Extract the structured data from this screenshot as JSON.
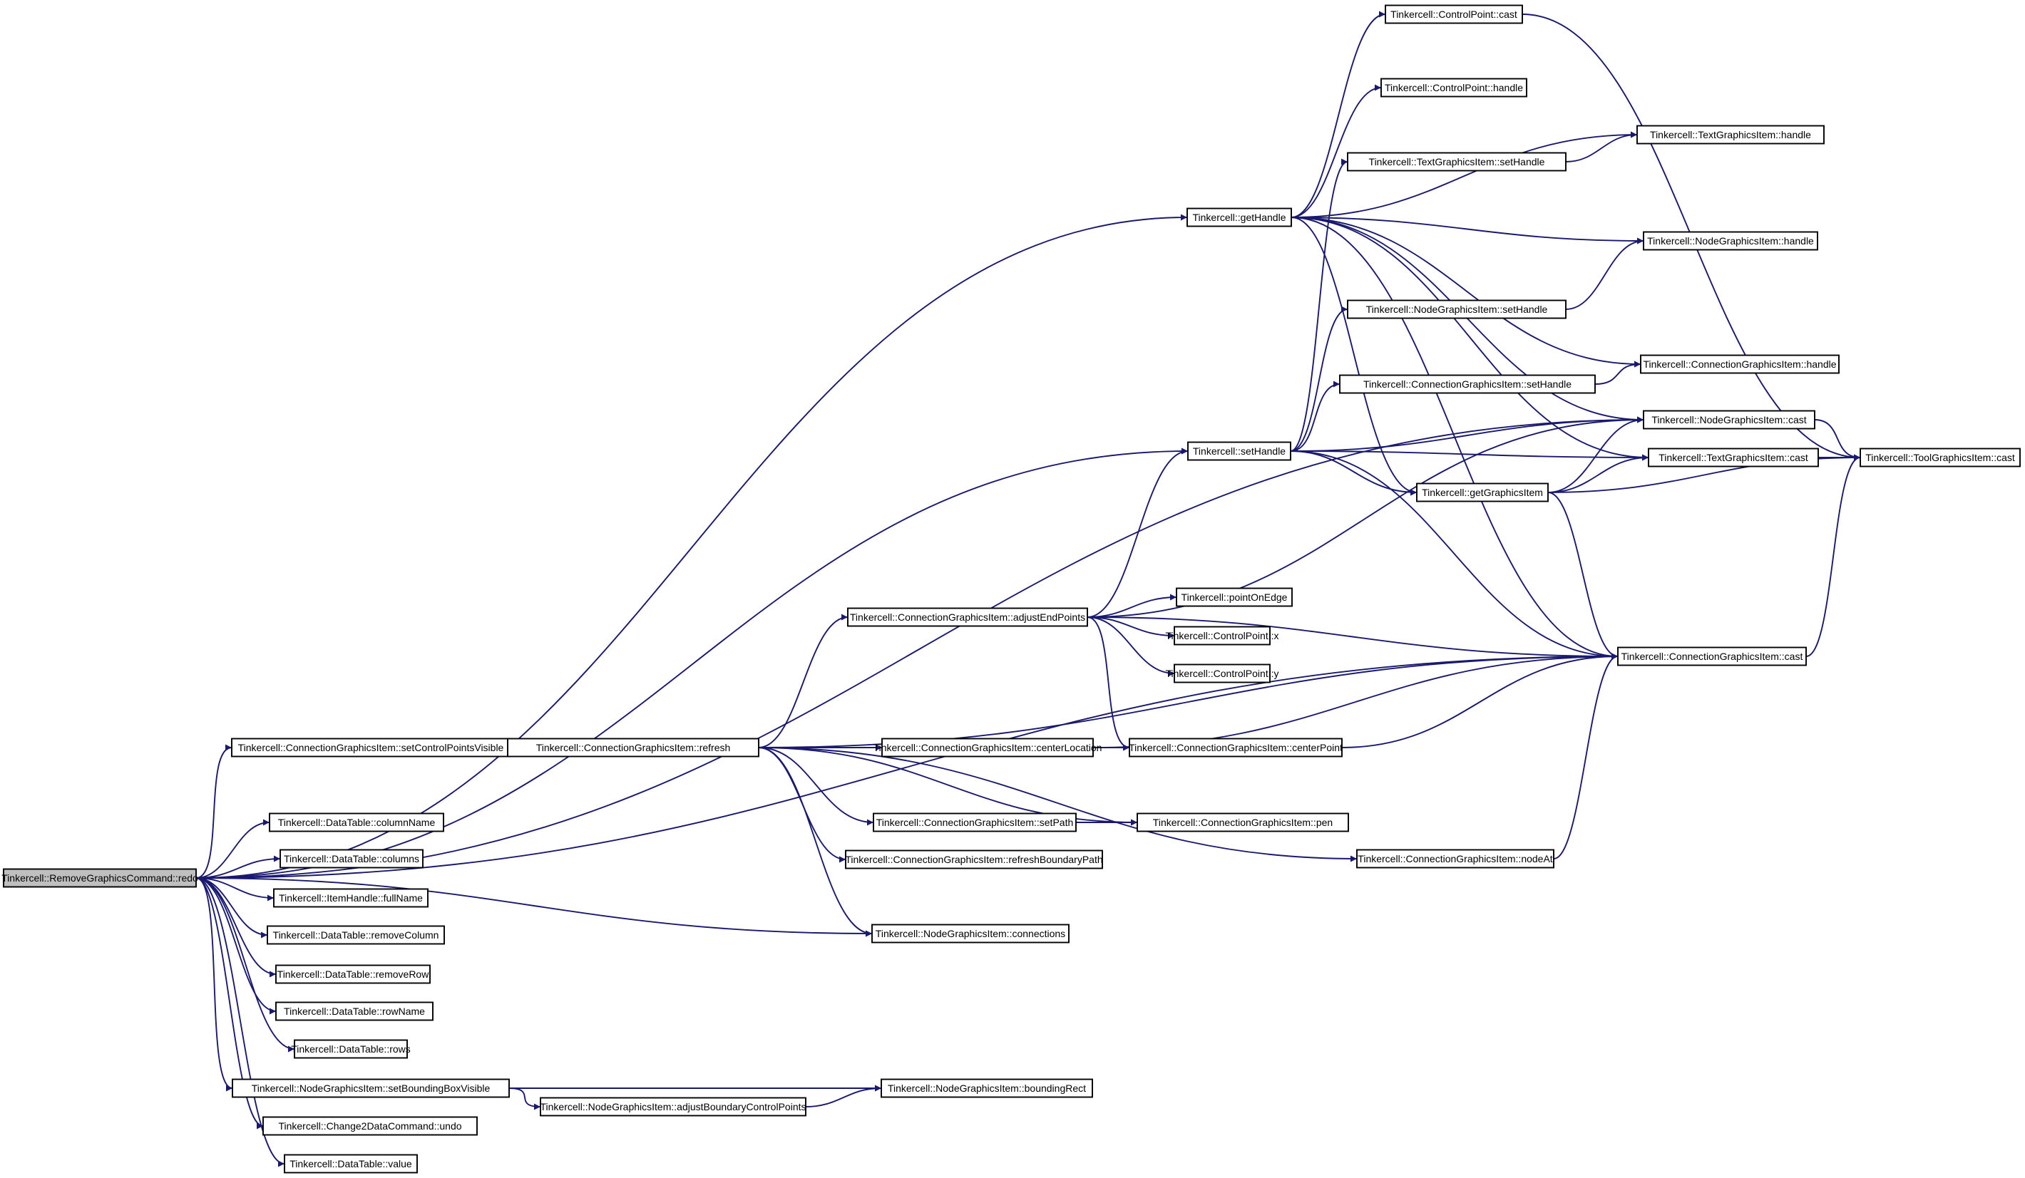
{
  "graph": {
    "edge_color": "#191970",
    "root_fill": "#bfbfbf",
    "nodes": [
      {
        "id": "redo",
        "label": "Tinkercell::RemoveGraphicsCommand::redo",
        "root": true
      },
      {
        "id": "setControlPointsVisible",
        "label": "Tinkercell::ConnectionGraphicsItem::setControlPointsVisible"
      },
      {
        "id": "columnName",
        "label": "Tinkercell::DataTable::columnName"
      },
      {
        "id": "columns",
        "label": "Tinkercell::DataTable::columns"
      },
      {
        "id": "fullName",
        "label": "Tinkercell::ItemHandle::fullName"
      },
      {
        "id": "removeColumn",
        "label": "Tinkercell::DataTable::removeColumn"
      },
      {
        "id": "removeRow",
        "label": "Tinkercell::DataTable::removeRow"
      },
      {
        "id": "rowName",
        "label": "Tinkercell::DataTable::rowName"
      },
      {
        "id": "rows",
        "label": "Tinkercell::DataTable::rows"
      },
      {
        "id": "setBoundingBoxVisible",
        "label": "Tinkercell::NodeGraphicsItem::setBoundingBoxVisible"
      },
      {
        "id": "undo",
        "label": "Tinkercell::Change2DataCommand::undo"
      },
      {
        "id": "value",
        "label": "Tinkercell::DataTable::value"
      },
      {
        "id": "refresh",
        "label": "Tinkercell::ConnectionGraphicsItem::refresh"
      },
      {
        "id": "adjustBoundaryControlPoints",
        "label": "Tinkercell::NodeGraphicsItem::adjustBoundaryControlPoints"
      },
      {
        "id": "boundingRect",
        "label": "Tinkercell::NodeGraphicsItem::boundingRect"
      },
      {
        "id": "adjustEndPoints",
        "label": "Tinkercell::ConnectionGraphicsItem::adjustEndPoints"
      },
      {
        "id": "centerLocation",
        "label": "Tinkercell::ConnectionGraphicsItem::centerLocation"
      },
      {
        "id": "setPath",
        "label": "Tinkercell::ConnectionGraphicsItem::setPath"
      },
      {
        "id": "refreshBoundaryPath",
        "label": "Tinkercell::ConnectionGraphicsItem::refreshBoundaryPath"
      },
      {
        "id": "connections",
        "label": "Tinkercell::NodeGraphicsItem::connections"
      },
      {
        "id": "getHandle",
        "label": "Tinkercell::getHandle"
      },
      {
        "id": "setHandle",
        "label": "Tinkercell::setHandle"
      },
      {
        "id": "pointOnEdge",
        "label": "Tinkercell::pointOnEdge"
      },
      {
        "id": "cpx",
        "label": "Tinkercell::ControlPoint::x"
      },
      {
        "id": "cpy",
        "label": "Tinkercell::ControlPoint::y"
      },
      {
        "id": "centerPoint",
        "label": "Tinkercell::ConnectionGraphicsItem::centerPoint"
      },
      {
        "id": "pen",
        "label": "Tinkercell::ConnectionGraphicsItem::pen"
      },
      {
        "id": "nodeAt",
        "label": "Tinkercell::ConnectionGraphicsItem::nodeAt"
      },
      {
        "id": "cpCast",
        "label": "Tinkercell::ControlPoint::cast"
      },
      {
        "id": "cpHandle",
        "label": "Tinkercell::ControlPoint::handle"
      },
      {
        "id": "textSetHandle",
        "label": "Tinkercell::TextGraphicsItem::setHandle"
      },
      {
        "id": "nodeSetHandle",
        "label": "Tinkercell::NodeGraphicsItem::setHandle"
      },
      {
        "id": "connSetHandle",
        "label": "Tinkercell::ConnectionGraphicsItem::setHandle"
      },
      {
        "id": "getGraphicsItem",
        "label": "Tinkercell::getGraphicsItem"
      },
      {
        "id": "textHandle",
        "label": "Tinkercell::TextGraphicsItem::handle"
      },
      {
        "id": "nodeHandle",
        "label": "Tinkercell::NodeGraphicsItem::handle"
      },
      {
        "id": "connHandle",
        "label": "Tinkercell::ConnectionGraphicsItem::handle"
      },
      {
        "id": "nodeCast",
        "label": "Tinkercell::NodeGraphicsItem::cast"
      },
      {
        "id": "textCast",
        "label": "Tinkercell::TextGraphicsItem::cast"
      },
      {
        "id": "connCast",
        "label": "Tinkercell::ConnectionGraphicsItem::cast"
      },
      {
        "id": "toolCast",
        "label": "Tinkercell::ToolGraphicsItem::cast"
      }
    ],
    "edges": [
      [
        "redo",
        "getHandle"
      ],
      [
        "redo",
        "nodeCast"
      ],
      [
        "redo",
        "setHandle"
      ],
      [
        "redo",
        "connCast"
      ],
      [
        "redo",
        "setControlPointsVisible"
      ],
      [
        "redo",
        "connections"
      ],
      [
        "redo",
        "columnName"
      ],
      [
        "redo",
        "columns"
      ],
      [
        "redo",
        "fullName"
      ],
      [
        "redo",
        "removeColumn"
      ],
      [
        "redo",
        "removeRow"
      ],
      [
        "redo",
        "rowName"
      ],
      [
        "redo",
        "rows"
      ],
      [
        "redo",
        "setBoundingBoxVisible"
      ],
      [
        "redo",
        "undo"
      ],
      [
        "redo",
        "value"
      ],
      [
        "setControlPointsVisible",
        "refresh"
      ],
      [
        "setBoundingBoxVisible",
        "boundingRect"
      ],
      [
        "setBoundingBoxVisible",
        "adjustBoundaryControlPoints"
      ],
      [
        "adjustBoundaryControlPoints",
        "boundingRect"
      ],
      [
        "refresh",
        "adjustEndPoints"
      ],
      [
        "refresh",
        "connCast"
      ],
      [
        "refresh",
        "centerLocation"
      ],
      [
        "refresh",
        "setPath"
      ],
      [
        "refresh",
        "refreshBoundaryPath"
      ],
      [
        "refresh",
        "pen"
      ],
      [
        "refresh",
        "nodeAt"
      ],
      [
        "refresh",
        "connections"
      ],
      [
        "adjustEndPoints",
        "setHandle"
      ],
      [
        "adjustEndPoints",
        "nodeCast"
      ],
      [
        "adjustEndPoints",
        "connCast"
      ],
      [
        "adjustEndPoints",
        "pointOnEdge"
      ],
      [
        "adjustEndPoints",
        "cpx"
      ],
      [
        "adjustEndPoints",
        "cpy"
      ],
      [
        "adjustEndPoints",
        "centerPoint"
      ],
      [
        "centerLocation",
        "centerPoint"
      ],
      [
        "centerLocation",
        "connCast"
      ],
      [
        "setPath",
        "pen"
      ],
      [
        "centerPoint",
        "connCast"
      ],
      [
        "nodeAt",
        "connCast"
      ],
      [
        "getHandle",
        "cpCast"
      ],
      [
        "getHandle",
        "cpHandle"
      ],
      [
        "getHandle",
        "textHandle"
      ],
      [
        "getHandle",
        "nodeHandle"
      ],
      [
        "getHandle",
        "connHandle"
      ],
      [
        "getHandle",
        "nodeCast"
      ],
      [
        "getHandle",
        "textCast"
      ],
      [
        "getHandle",
        "connCast"
      ],
      [
        "getHandle",
        "getGraphicsItem"
      ],
      [
        "setHandle",
        "textSetHandle"
      ],
      [
        "setHandle",
        "nodeSetHandle"
      ],
      [
        "setHandle",
        "connSetHandle"
      ],
      [
        "setHandle",
        "nodeCast"
      ],
      [
        "setHandle",
        "textCast"
      ],
      [
        "setHandle",
        "getGraphicsItem"
      ],
      [
        "setHandle",
        "connCast"
      ],
      [
        "textSetHandle",
        "textHandle"
      ],
      [
        "nodeSetHandle",
        "nodeHandle"
      ],
      [
        "connSetHandle",
        "connHandle"
      ],
      [
        "getGraphicsItem",
        "nodeCast"
      ],
      [
        "getGraphicsItem",
        "textCast"
      ],
      [
        "getGraphicsItem",
        "connCast"
      ],
      [
        "getGraphicsItem",
        "toolCast"
      ],
      [
        "nodeCast",
        "toolCast"
      ],
      [
        "textCast",
        "toolCast"
      ],
      [
        "connCast",
        "toolCast"
      ],
      [
        "cpCast",
        "toolCast"
      ]
    ]
  }
}
